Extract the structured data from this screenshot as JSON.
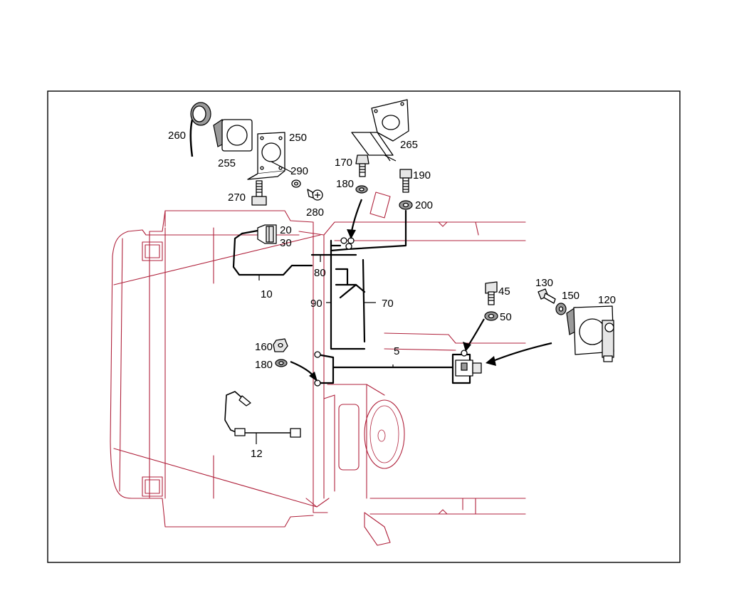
{
  "callouts": [
    {
      "label": "260"
    },
    {
      "label": "255"
    },
    {
      "label": "250"
    },
    {
      "label": "290"
    },
    {
      "label": "270"
    },
    {
      "label": "280"
    },
    {
      "label": "265"
    },
    {
      "label": "170"
    },
    {
      "label": "180"
    },
    {
      "label": "190"
    },
    {
      "label": "200"
    },
    {
      "label": "20"
    },
    {
      "label": "30"
    },
    {
      "label": "80"
    },
    {
      "label": "10"
    },
    {
      "label": "90"
    },
    {
      "label": "70"
    },
    {
      "label": "45"
    },
    {
      "label": "50"
    },
    {
      "label": "130"
    },
    {
      "label": "150"
    },
    {
      "label": "120"
    },
    {
      "label": "5"
    },
    {
      "label": "160"
    },
    {
      "label": "180"
    },
    {
      "label": "12"
    }
  ],
  "colors": {
    "vehicle_outline": "#b0223c",
    "parts": "#000000",
    "background": "#ffffff"
  }
}
